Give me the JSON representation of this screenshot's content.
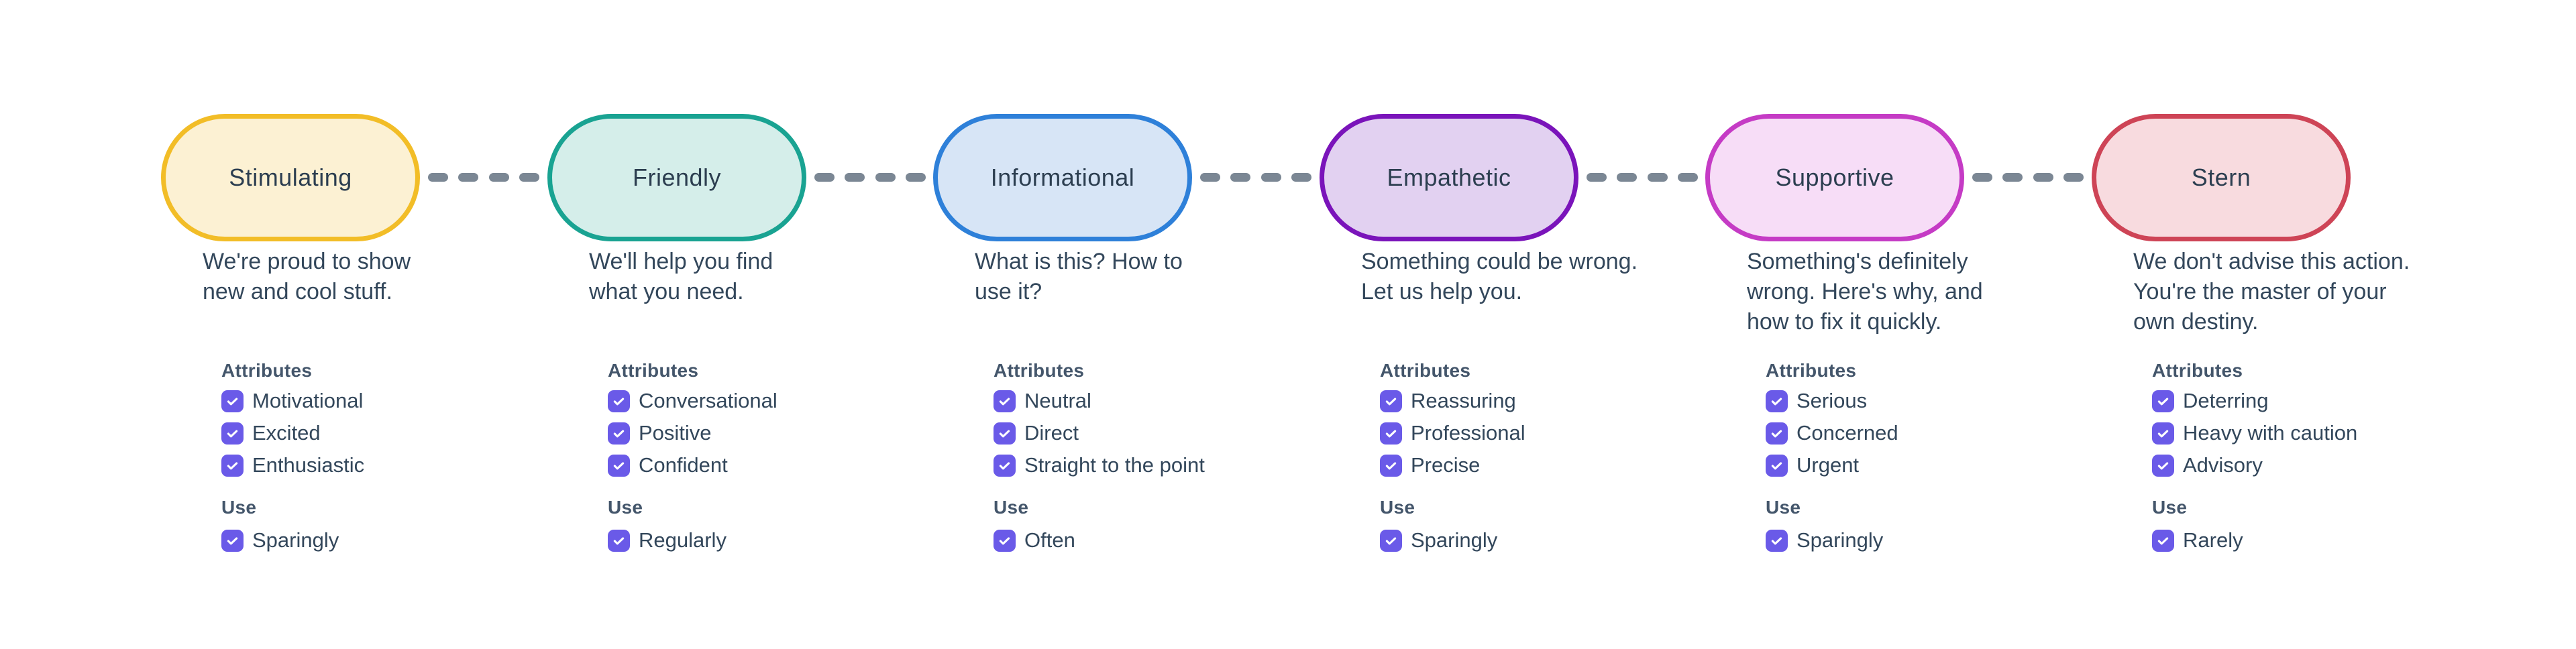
{
  "connector_color": "#7B8794",
  "checkbox_color": "#6A5AE8",
  "tones": [
    {
      "name": "Stimulating",
      "description": "We're proud to show\nnew and cool stuff.",
      "attributes_label": "Attributes",
      "attributes": [
        "Motivational",
        "Excited",
        "Enthusiastic"
      ],
      "use_label": "Use",
      "use": "Sparingly",
      "colors": {
        "border": "#F2BD27",
        "fill": "#FCF1D3"
      }
    },
    {
      "name": "Friendly",
      "description": "We'll help you find\nwhat you need.",
      "attributes_label": "Attributes",
      "attributes": [
        "Conversational",
        "Positive",
        "Confident"
      ],
      "use_label": "Use",
      "use": "Regularly",
      "colors": {
        "border": "#19A392",
        "fill": "#D5EEEA"
      }
    },
    {
      "name": "Informational",
      "description": "What is this? How to\nuse it?",
      "attributes_label": "Attributes",
      "attributes": [
        "Neutral",
        "Direct",
        "Straight to the point"
      ],
      "use_label": "Use",
      "use": "Often",
      "colors": {
        "border": "#2E80D9",
        "fill": "#D7E5F6"
      }
    },
    {
      "name": "Empathetic",
      "description": "Something could be wrong.\nLet us help you.",
      "attributes_label": "Attributes",
      "attributes": [
        "Reassuring",
        "Professional",
        "Precise"
      ],
      "use_label": "Use",
      "use": "Sparingly",
      "colors": {
        "border": "#7A14BA",
        "fill": "#E2D1F1"
      }
    },
    {
      "name": "Supportive",
      "description": "Something's definitely\nwrong. Here's why, and\nhow to fix it quickly.",
      "attributes_label": "Attributes",
      "attributes": [
        "Serious",
        "Concerned",
        "Urgent"
      ],
      "use_label": "Use",
      "use": "Sparingly",
      "colors": {
        "border": "#C53BC5",
        "fill": "#F7DDF7"
      }
    },
    {
      "name": "Stern",
      "description": "We don't advise this action.\nYou're the master of your\nown destiny.",
      "attributes_label": "Attributes",
      "attributes": [
        "Deterring",
        "Heavy with caution",
        "Advisory"
      ],
      "use_label": "Use",
      "use": "Rarely",
      "colors": {
        "border": "#CE4456",
        "fill": "#F8DBDF"
      }
    }
  ],
  "layout": {
    "column_lefts": [
      240,
      816,
      1391,
      1967,
      2542,
      3118
    ]
  }
}
